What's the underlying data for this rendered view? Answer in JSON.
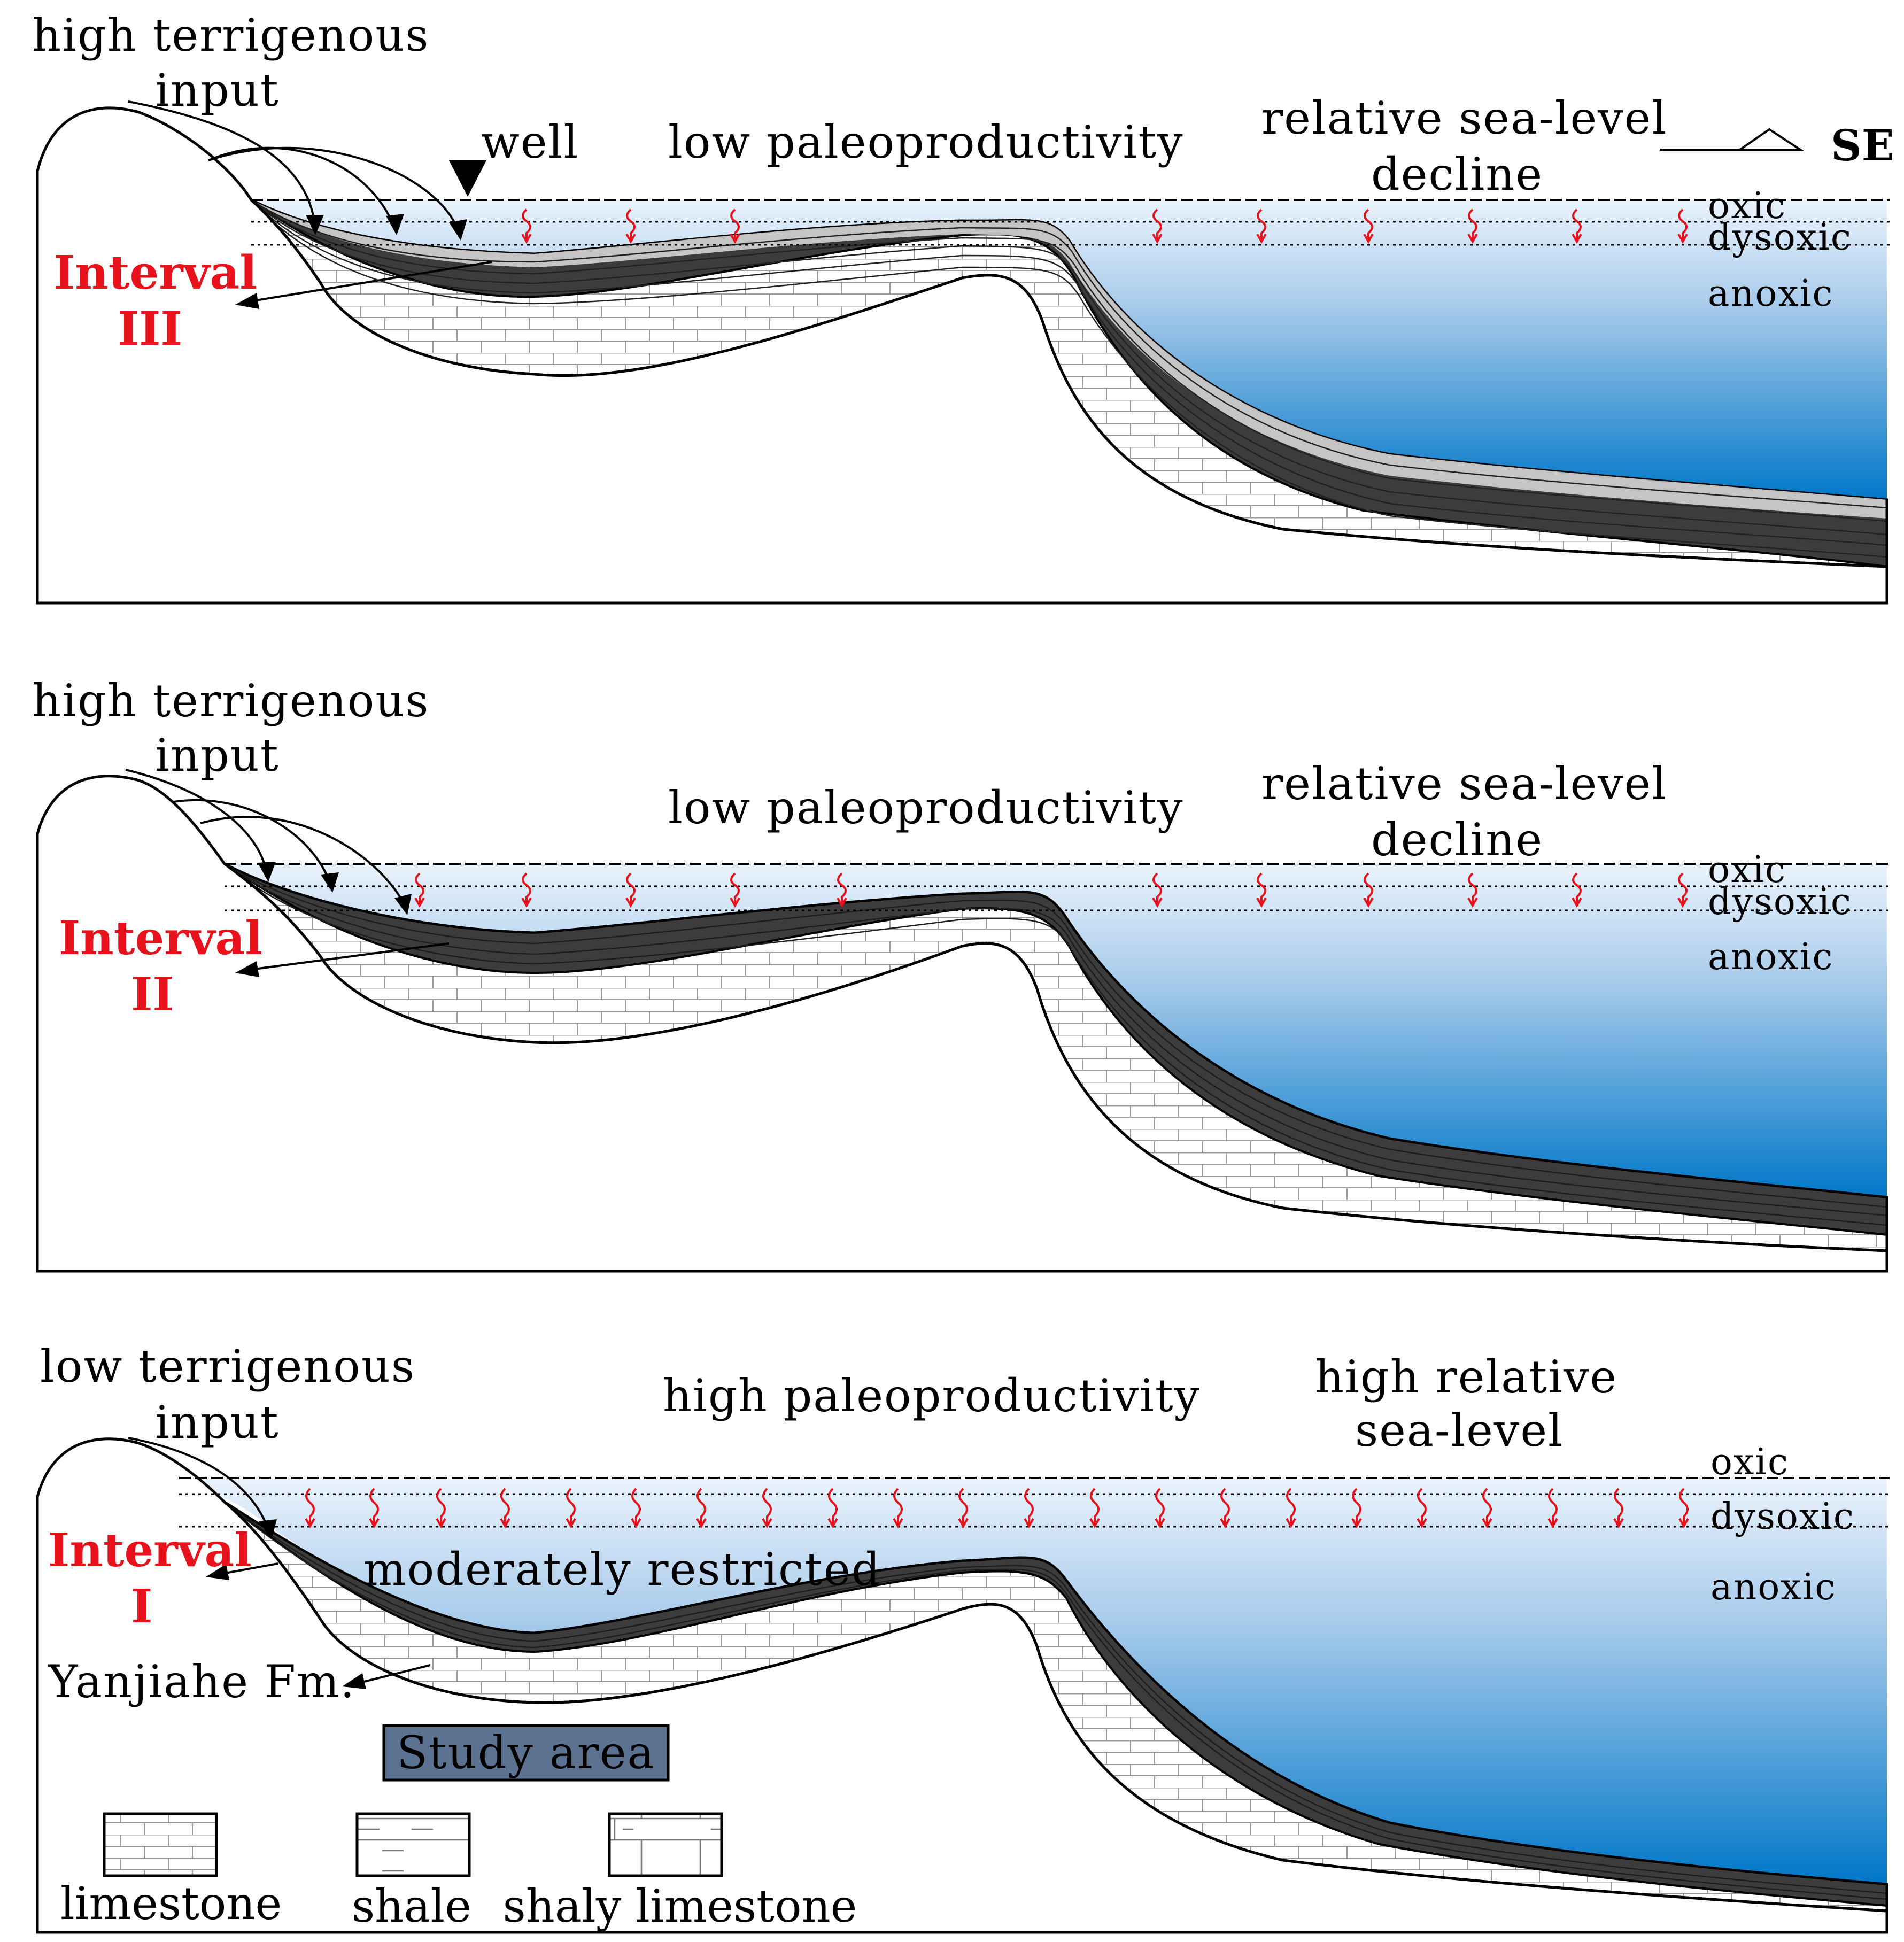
{
  "panels": [
    {
      "id": "interval-3",
      "input_label": [
        "high terrigenous",
        "input"
      ],
      "productivity_label": "low paleoproductivity",
      "sealevel_label": [
        "relative sea-level",
        "decline"
      ],
      "interval_label": [
        "Interval",
        "III"
      ],
      "well_label": "well",
      "orientation_label": "SE",
      "zones": [
        "oxic",
        "dysoxic",
        "anoxic"
      ]
    },
    {
      "id": "interval-2",
      "input_label": [
        "high terrigenous",
        "input"
      ],
      "productivity_label": "low paleoproductivity",
      "sealevel_label": [
        "relative sea-level",
        "decline"
      ],
      "interval_label": [
        "Interval",
        "II"
      ],
      "zones": [
        "oxic",
        "dysoxic",
        "anoxic"
      ]
    },
    {
      "id": "interval-1",
      "input_label": [
        "low terrigenous",
        "input"
      ],
      "productivity_label": "high paleoproductivity",
      "sealevel_label": [
        "high relative",
        "sea-level"
      ],
      "interval_label": [
        "Interval",
        "I"
      ],
      "restriction_label": "moderately restricted",
      "formation_label": "Yanjiahe Fm.",
      "zones": [
        "oxic",
        "dysoxic",
        "anoxic"
      ]
    }
  ],
  "study_area_label": "Study area",
  "legend": [
    {
      "name": "limestone"
    },
    {
      "name": "shale"
    },
    {
      "name": "shaly limestone"
    }
  ],
  "colors": {
    "water_top": "#e6f1fb",
    "water_bottom": "#0077c8",
    "shale_dark": "#3c3c3c",
    "shale_light": "#d4d4d4",
    "interval_text": "#e8121c",
    "tracer": "#e8121c",
    "study_area_fill": "#5b7391"
  }
}
